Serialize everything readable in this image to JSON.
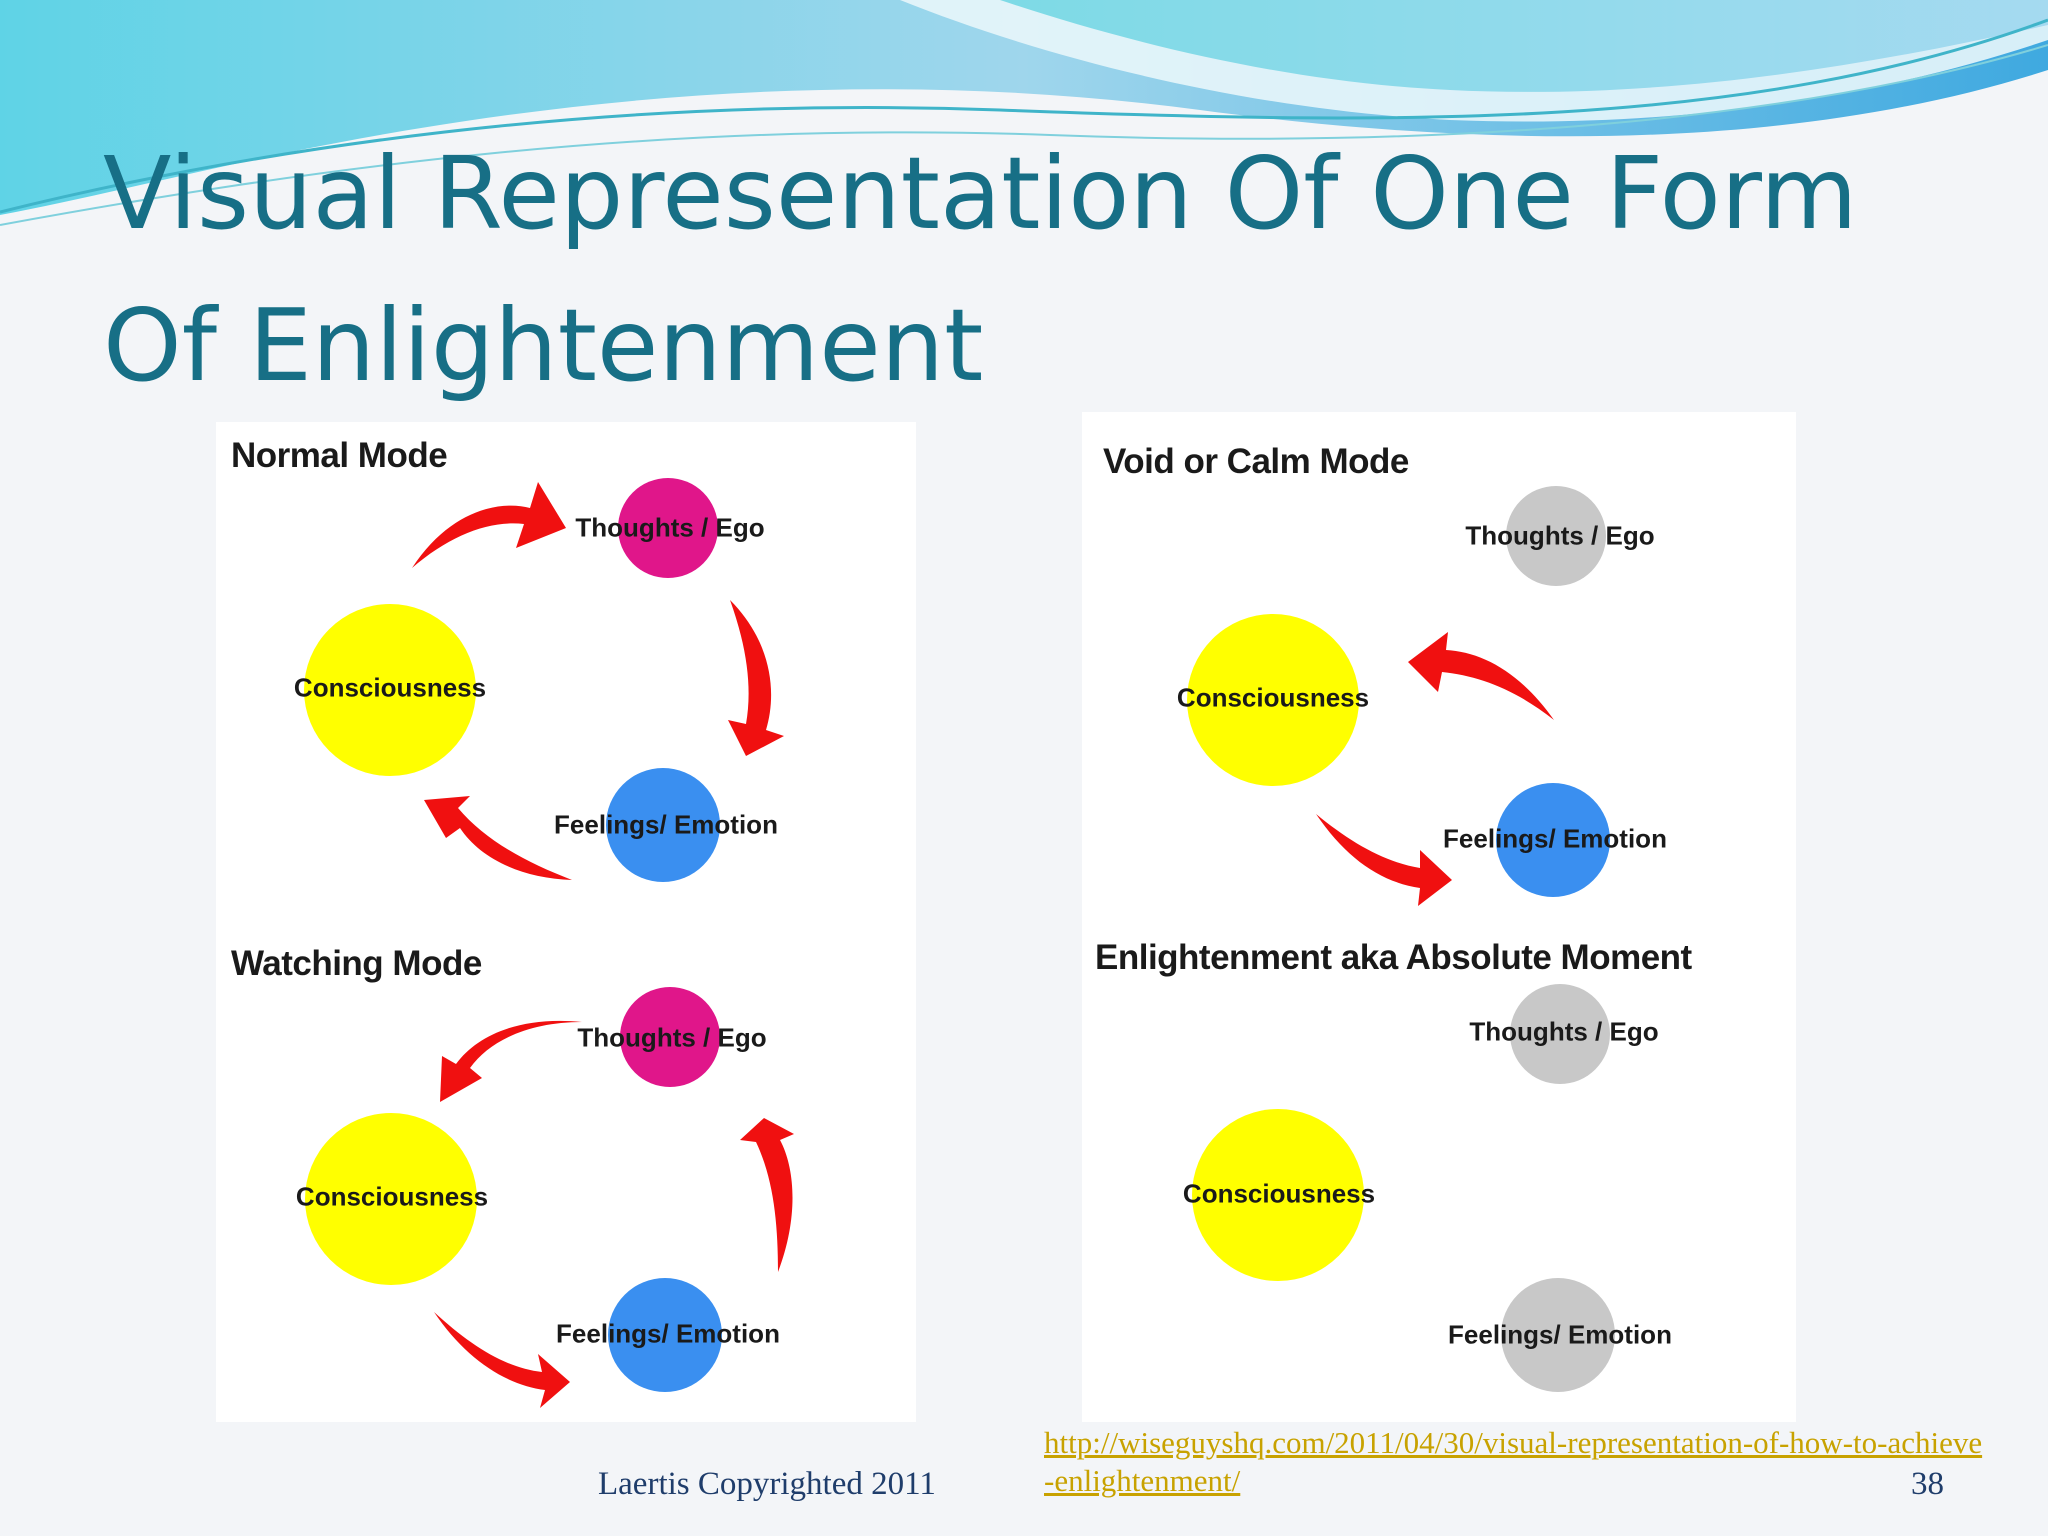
{
  "slide": {
    "title": "Visual Representation Of One Form Of Enlightenment",
    "footer": "Laertis Copyrighted 2011",
    "link": "http://wiseguyshq.com/2011/04/30/visual-representation-of-how-to-achieve-enlightenment/",
    "page_number": "38"
  },
  "colors": {
    "title": "#176f86",
    "consciousness": "#ffff00",
    "thoughts_active": "#e0168a",
    "feelings_active": "#3a8ff0",
    "inactive": "#c8c8c8",
    "arrow": "#f01010"
  },
  "diagrams": [
    {
      "title": "Normal Mode",
      "consciousness": "Consciousness",
      "thoughts": "Thoughts / Ego",
      "feelings": "Feelings/ Emotion"
    },
    {
      "title": "Watching Mode",
      "consciousness": "Consciousness",
      "thoughts": "Thoughts / Ego",
      "feelings": "Feelings/ Emotion"
    },
    {
      "title": "Void or Calm Mode",
      "consciousness": "Consciousness",
      "thoughts": "Thoughts / Ego",
      "feelings": "Feelings/ Emotion"
    },
    {
      "title": "Enlightenment aka Absolute Moment",
      "consciousness": "Consciousness",
      "thoughts": "Thoughts / Ego",
      "feelings": "Feelings/ Emotion"
    }
  ]
}
